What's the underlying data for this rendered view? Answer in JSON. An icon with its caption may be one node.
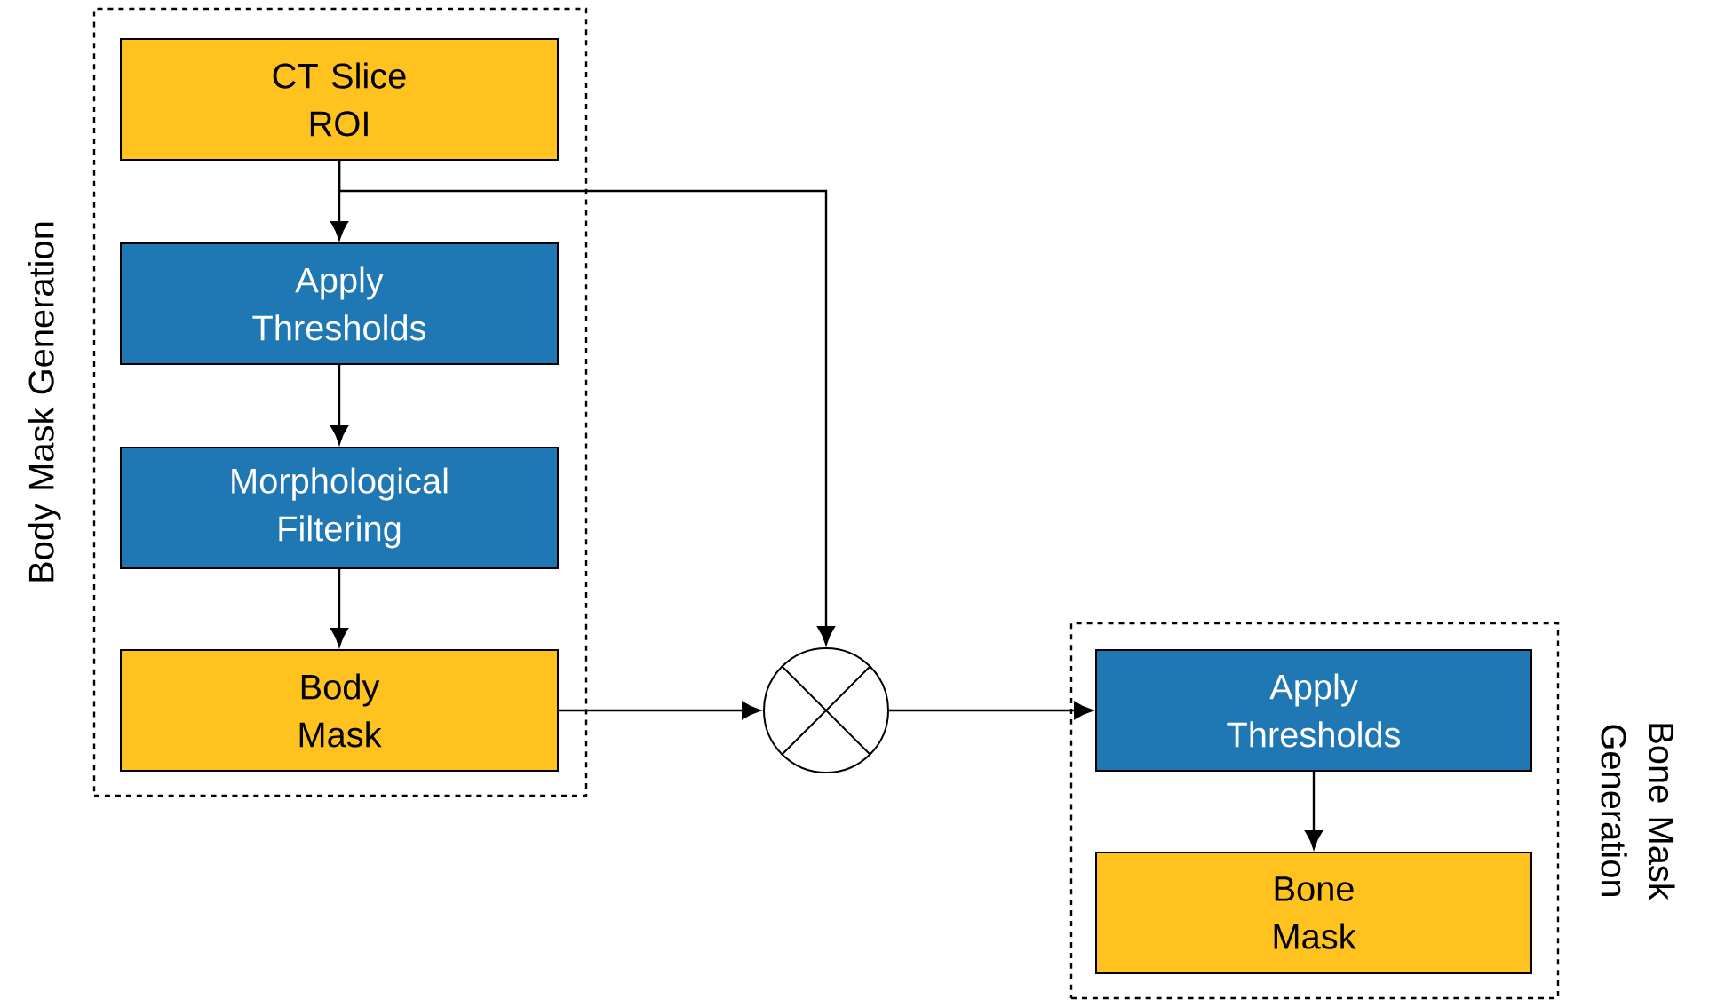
{
  "diagram": {
    "nodes": [
      {
        "text": [
          "Body Mask Generation"
        ]
      },
      {
        "text": [
          "CT Slice ROI"
        ],
        "in": 0
      },
      {
        "text": [
          "Apply Thresholds"
        ],
        "in": 0
      },
      {
        "text": [
          "Morphological Filtering"
        ],
        "in": 0
      },
      {
        "text": [
          "Body Mask"
        ],
        "in": 0
      },
      {
        "text": [],
        "shape": "circle"
      },
      {
        "text": [
          "Bone Mask Generation"
        ]
      },
      {
        "text": [
          "Apply Thresholds"
        ],
        "in": 6
      },
      {
        "text": [
          "Bone Mask"
        ],
        "in": 6
      }
    ],
    "edges": [
      {
        "from": 1,
        "to": 2,
        "arrow": "to"
      },
      {
        "from": 2,
        "to": 3,
        "arrow": "to"
      },
      {
        "from": 3,
        "to": 4,
        "arrow": "to"
      },
      {
        "from": 4,
        "to": 5,
        "arrow": "to"
      },
      {
        "from": 1,
        "to": 5,
        "arrow": "to"
      },
      {
        "from": 5,
        "to": 7,
        "arrow": "to"
      },
      {
        "from": 7,
        "to": 8,
        "arrow": "to"
      }
    ]
  }
}
